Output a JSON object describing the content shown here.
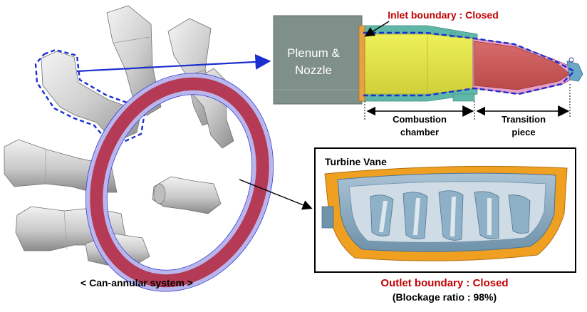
{
  "labels": {
    "plenum_line1": "Plenum &",
    "plenum_line2": "Nozzle",
    "inlet_boundary": "Inlet boundary : Closed",
    "combustion_line1": "Combustion",
    "combustion_line2": "chamber",
    "transition_line1": "Transition",
    "transition_line2": "piece",
    "turbine_vane": "Turbine Vane",
    "outlet_boundary": "Outlet boundary : Closed",
    "blockage_ratio": "(Blockage ratio : 98%)",
    "can_annular": "< Can-annular system >"
  },
  "colors": {
    "highlight_red": "#c00000",
    "highlight_blue": "#1a2fd0",
    "plenum_gray": "#7f8f8a",
    "combustion_yellow": "#e6e34a",
    "transition_red": "#cf5a5a",
    "liner_teal": "#5fb7a7",
    "ring_red": "#b43a55",
    "ring_lavender": "#b9b6ee",
    "vane_orange": "#f0a020",
    "vane_blue": "#8fb1c7"
  }
}
